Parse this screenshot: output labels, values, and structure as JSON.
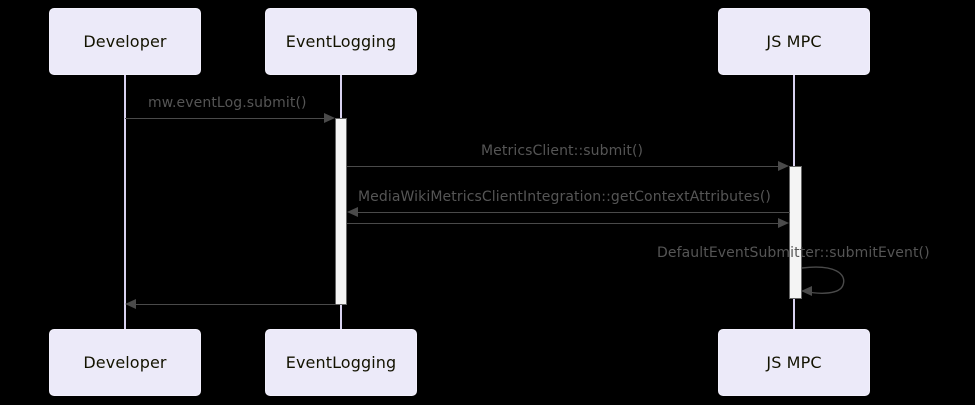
{
  "diagram": {
    "type": "sequence-diagram",
    "background": "#000000",
    "box_fill": "#ECEAF9",
    "box_border": "#F2F0FC",
    "lifeline_color": "#D9D2F0",
    "activation_fill": "#F4F4F4",
    "activation_border": "#666666",
    "message_color": "#4A4A4A",
    "label_color": "#555555",
    "participant_label_color": "#131300"
  },
  "participants": [
    {
      "id": "developer",
      "label": "Developer"
    },
    {
      "id": "eventlogging",
      "label": "EventLogging"
    },
    {
      "id": "jsmpc",
      "label": "JS MPC"
    }
  ],
  "participants_bottom": [
    {
      "id": "developer-bottom",
      "label": "Developer"
    },
    {
      "id": "eventlogging-bottom",
      "label": "EventLogging"
    },
    {
      "id": "jsmpc-bottom",
      "label": "JS MPC"
    }
  ],
  "messages": [
    {
      "id": "msg-1",
      "label": "mw.eventLog.submit()",
      "from": "developer",
      "to": "eventlogging",
      "direction": "right",
      "kind": "call"
    },
    {
      "id": "msg-2",
      "label": "MetricsClient::submit()",
      "from": "eventlogging",
      "to": "jsmpc",
      "direction": "right",
      "kind": "call"
    },
    {
      "id": "msg-3",
      "label": "MediaWikiMetricsClientIntegration::getContextAttributes()",
      "from": "jsmpc",
      "to": "eventlogging",
      "direction": "left",
      "kind": "call"
    },
    {
      "id": "msg-4",
      "label": "",
      "from": "eventlogging",
      "to": "jsmpc",
      "direction": "right",
      "kind": "return"
    },
    {
      "id": "msg-5",
      "label": "DefaultEventSubmitter::submitEvent()",
      "from": "jsmpc",
      "to": "jsmpc",
      "direction": "self",
      "kind": "self-call"
    },
    {
      "id": "msg-6",
      "label": "",
      "from": "eventlogging",
      "to": "developer",
      "direction": "left",
      "kind": "return"
    }
  ],
  "activations": [
    {
      "id": "activation-eventlogging",
      "participant": "eventlogging"
    },
    {
      "id": "activation-jsmpc",
      "participant": "jsmpc"
    }
  ]
}
